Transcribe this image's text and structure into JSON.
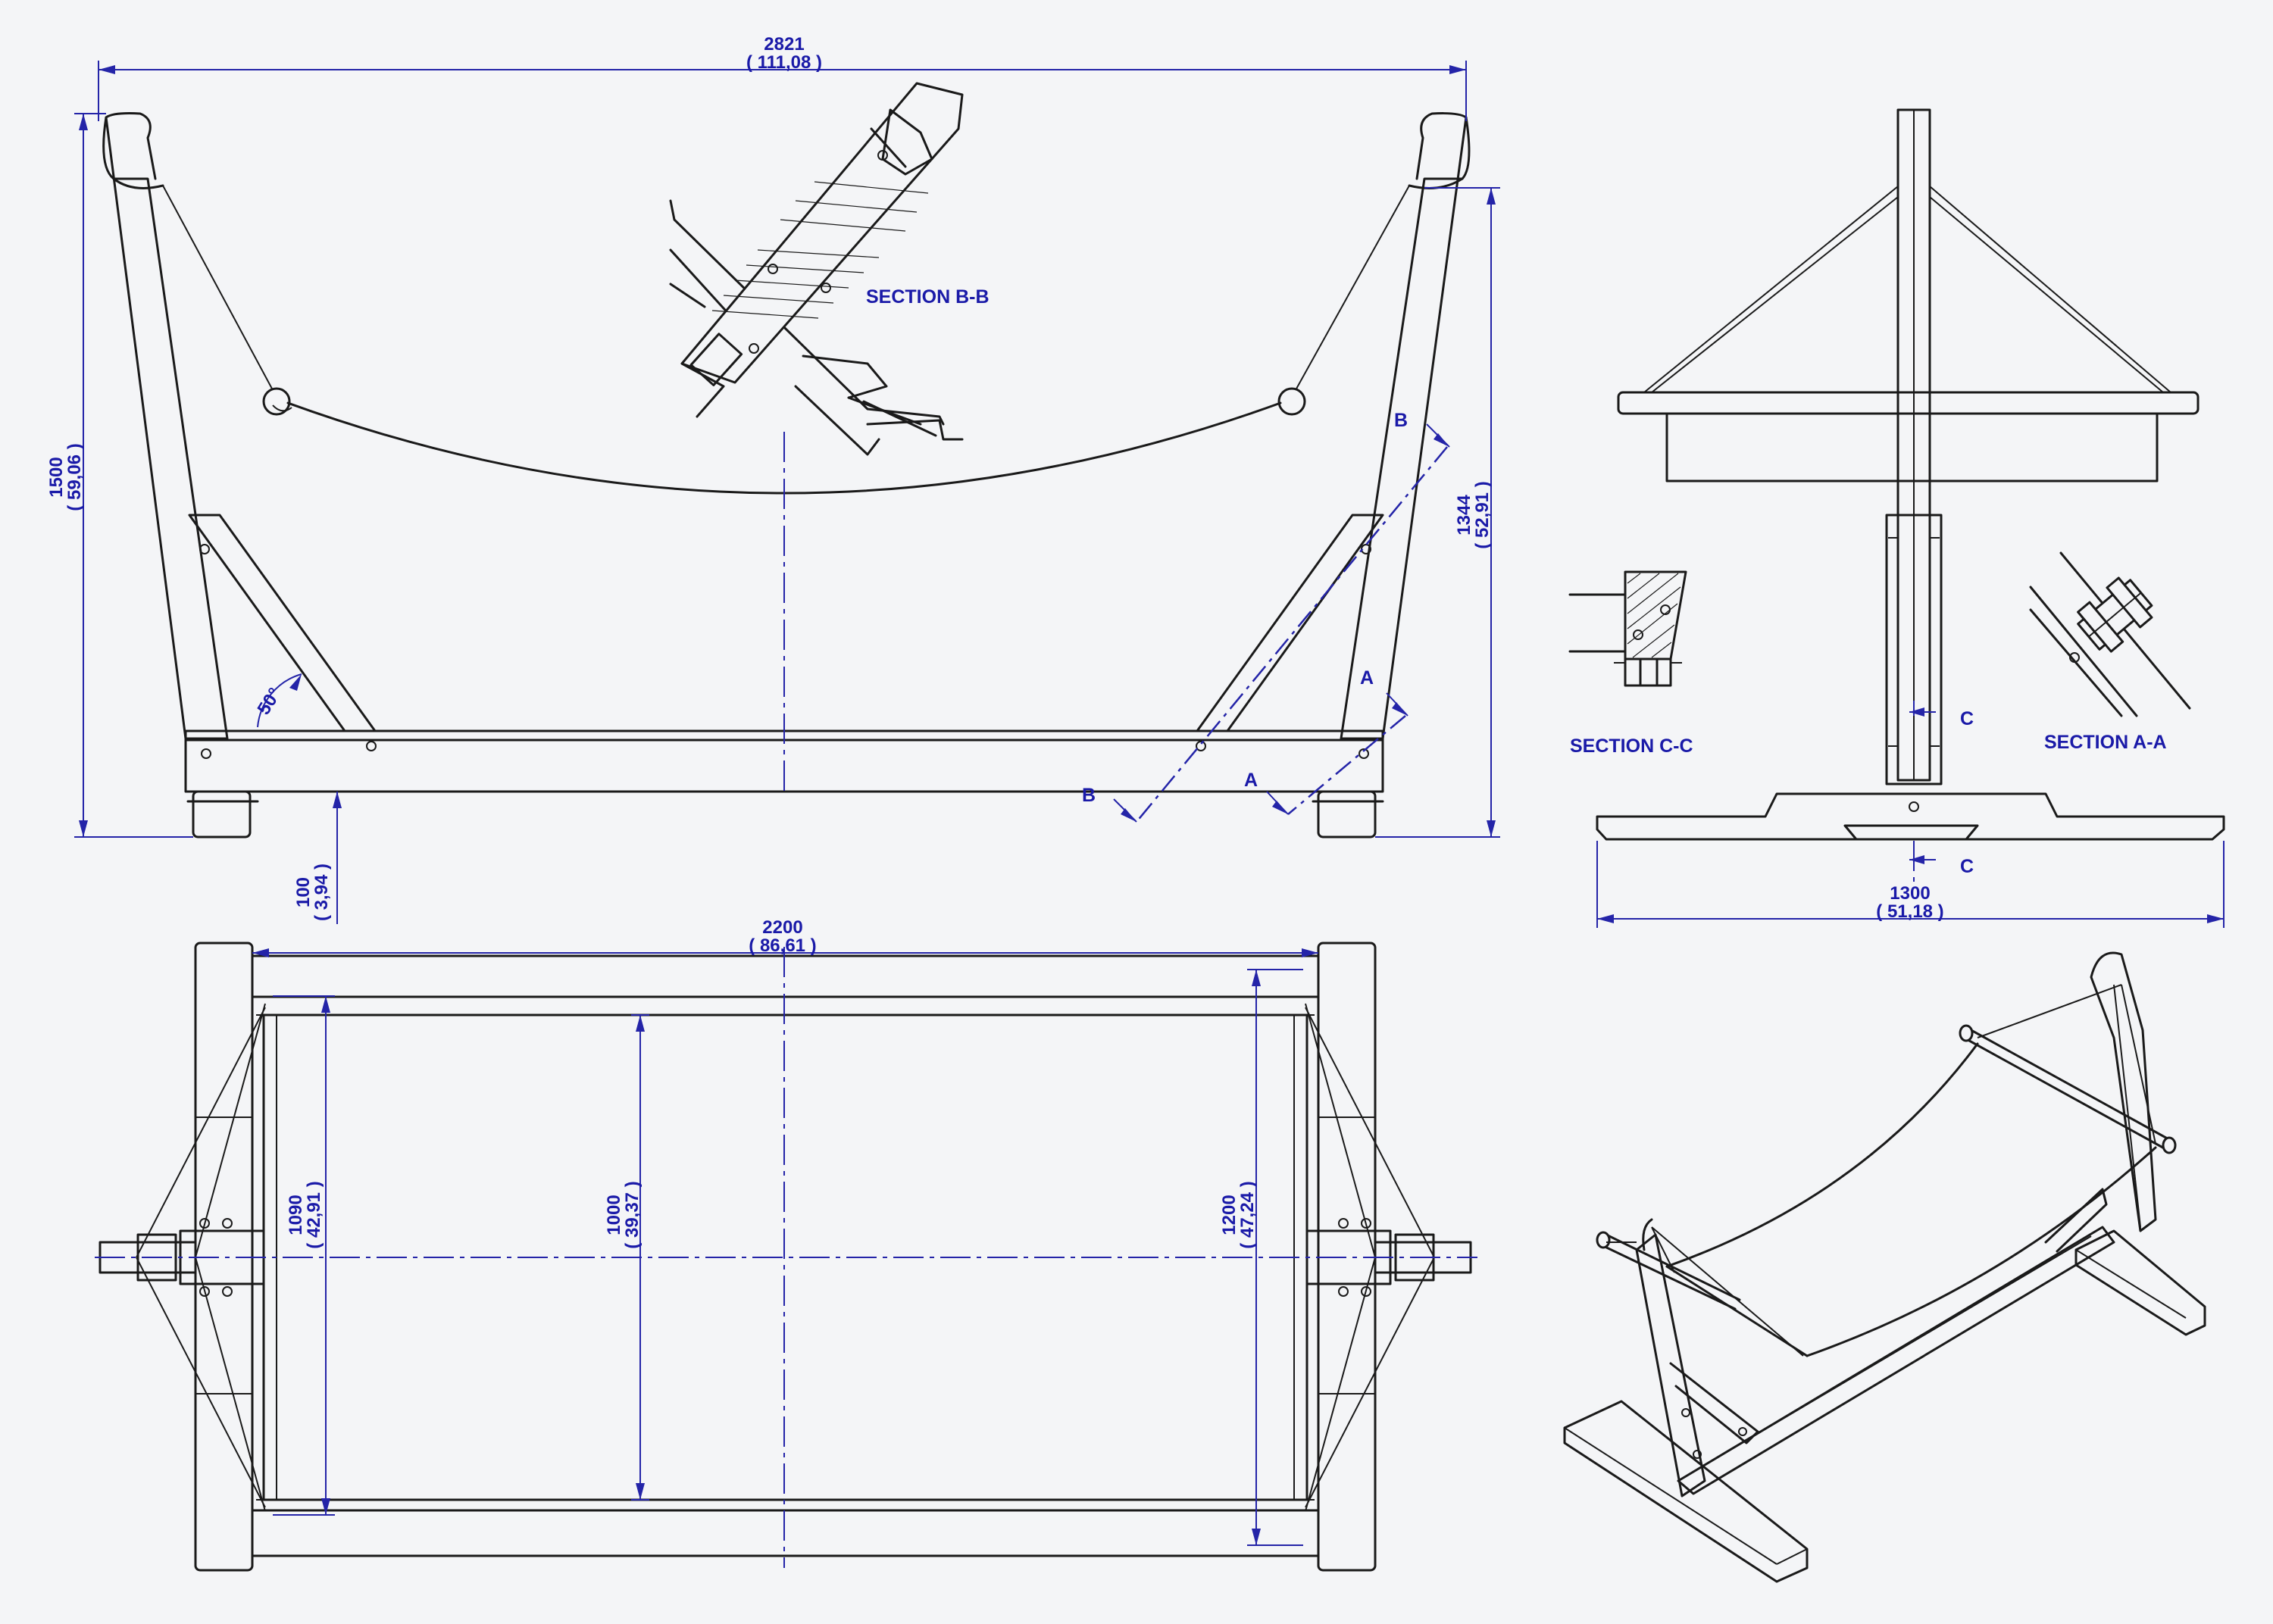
{
  "dimensions": {
    "overall_width": {
      "mm": "2821",
      "in": "( 111,08 )"
    },
    "overall_height": {
      "mm": "1500",
      "in": "( 59,06 )"
    },
    "post_height": {
      "mm": "1344",
      "in": "( 52,91 )"
    },
    "foot_height": {
      "mm": "100",
      "in": "( 3,94 )"
    },
    "bar_spacing": {
      "mm": "2200",
      "in": "( 86,61 )"
    },
    "fabric_width_inner": {
      "mm": "1090",
      "in": "( 42,91 )"
    },
    "fabric_width": {
      "mm": "1000",
      "in": "( 39,37 )"
    },
    "bar_length": {
      "mm": "1200",
      "in": "( 47,24 )"
    },
    "base_width": {
      "mm": "1300",
      "in": "( 51,18 )"
    }
  },
  "angle": "50°",
  "sections": {
    "bb": "SECTION B-B",
    "cc": "SECTION C-C",
    "aa": "SECTION A-A"
  },
  "markers": {
    "a": "A",
    "b": "B",
    "c": "C"
  }
}
